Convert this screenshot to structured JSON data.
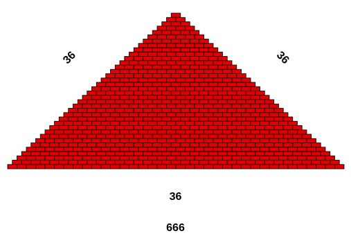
{
  "diagram": {
    "rows": 36,
    "brick_color": "#e00000",
    "mortar_color": "#000000"
  },
  "labels": {
    "left_side": "36",
    "right_side": "36",
    "base": "36",
    "total": "666"
  }
}
